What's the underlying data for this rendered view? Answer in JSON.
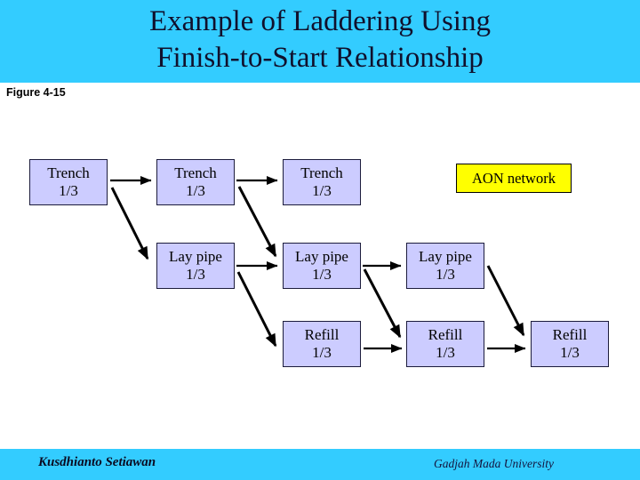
{
  "banner": {
    "title_line1": "Example of Laddering Using",
    "title_line2": "Finish-to-Start Relationship"
  },
  "figure_label": "Figure 4-15",
  "legend": {
    "label": "AON network"
  },
  "nodes": [
    {
      "id": "trench-1",
      "label": "Trench",
      "fraction": "1/3"
    },
    {
      "id": "trench-2",
      "label": "Trench",
      "fraction": "1/3"
    },
    {
      "id": "trench-3",
      "label": "Trench",
      "fraction": "1/3"
    },
    {
      "id": "laypipe-1",
      "label": "Lay pipe",
      "fraction": "1/3"
    },
    {
      "id": "laypipe-2",
      "label": "Lay pipe",
      "fraction": "1/3"
    },
    {
      "id": "laypipe-3",
      "label": "Lay pipe",
      "fraction": "1/3"
    },
    {
      "id": "refill-1",
      "label": "Refill",
      "fraction": "1/3"
    },
    {
      "id": "refill-2",
      "label": "Refill",
      "fraction": "1/3"
    },
    {
      "id": "refill-3",
      "label": "Refill",
      "fraction": "1/3"
    }
  ],
  "edges": [
    {
      "from": "trench-1",
      "to": "trench-2"
    },
    {
      "from": "trench-2",
      "to": "trench-3"
    },
    {
      "from": "trench-1",
      "to": "laypipe-1"
    },
    {
      "from": "trench-2",
      "to": "laypipe-2"
    },
    {
      "from": "laypipe-1",
      "to": "laypipe-2"
    },
    {
      "from": "laypipe-2",
      "to": "laypipe-3"
    },
    {
      "from": "laypipe-1",
      "to": "refill-1"
    },
    {
      "from": "laypipe-2",
      "to": "refill-2"
    },
    {
      "from": "laypipe-3",
      "to": "refill-3"
    },
    {
      "from": "refill-1",
      "to": "refill-2"
    },
    {
      "from": "refill-2",
      "to": "refill-3"
    }
  ],
  "footer": {
    "author": "Kusdhianto Setiawan",
    "institution": "Gadjah Mada University"
  },
  "colors": {
    "banner": "#33ccff",
    "node_fill": "#ccccff",
    "node_border": "#1c1c3c",
    "legend_fill": "#ffff00",
    "arrow": "#000000",
    "title_text": "#10102c"
  }
}
